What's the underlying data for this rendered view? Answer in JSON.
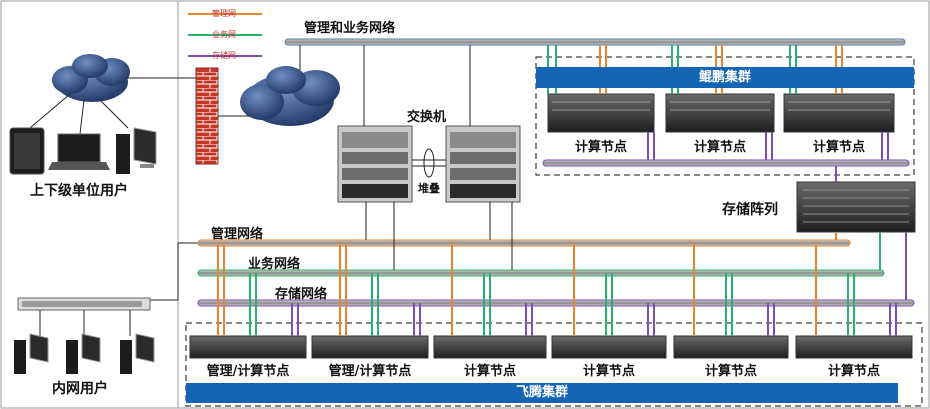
{
  "legend": {
    "mgmt": "管理网",
    "business": "业务网",
    "storage": "存储网"
  },
  "colors": {
    "mgmt": "#e8842c",
    "business": "#27b36b",
    "storage": "#7d4dbb",
    "bus_top": "#5a7ea8",
    "banner": "#1565b4",
    "firewall": "#c0392b",
    "cloud": "#2c4a7c"
  },
  "labels": {
    "top_bus": "管理和业务网络",
    "switch": "交换机",
    "stack": "堆叠",
    "mgmt_net": "管理网络",
    "business_net": "业务网络",
    "storage_net": "存储网络",
    "storage_array": "存储阵列",
    "upper_users": "上下级单位用户",
    "intranet_users": "内网用户"
  },
  "clusters": {
    "kunpeng": {
      "title": "鲲鹏集群",
      "nodes": [
        "计算节点",
        "计算节点",
        "计算节点"
      ]
    },
    "feiteng": {
      "title": "飞腾集群",
      "nodes": [
        "管理/计算节点",
        "管理/计算节点",
        "计算节点",
        "计算节点",
        "计算节点",
        "计算节点"
      ]
    }
  }
}
